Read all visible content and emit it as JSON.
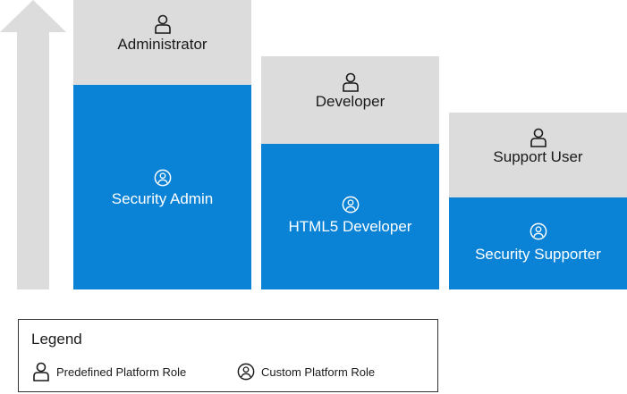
{
  "colors": {
    "predefined_bg": "#dcdcdc",
    "custom_bg": "#0a83d6",
    "arrow": "#dcdcdc"
  },
  "roles": [
    {
      "predefined": {
        "label": "Administrator",
        "icon": "person-icon"
      },
      "custom": {
        "label": "Security Admin",
        "icon": "person-circle-icon"
      }
    },
    {
      "predefined": {
        "label": "Developer",
        "icon": "person-icon"
      },
      "custom": {
        "label": "HTML5 Developer",
        "icon": "person-circle-icon"
      }
    },
    {
      "predefined": {
        "label": "Support User",
        "icon": "person-icon"
      },
      "custom": {
        "label": "Security Supporter",
        "icon": "person-circle-icon"
      }
    }
  ],
  "legend": {
    "title": "Legend",
    "items": [
      {
        "label": "Predefined Platform Role",
        "icon": "person-icon"
      },
      {
        "label": "Custom Platform Role",
        "icon": "person-circle-icon"
      }
    ]
  }
}
